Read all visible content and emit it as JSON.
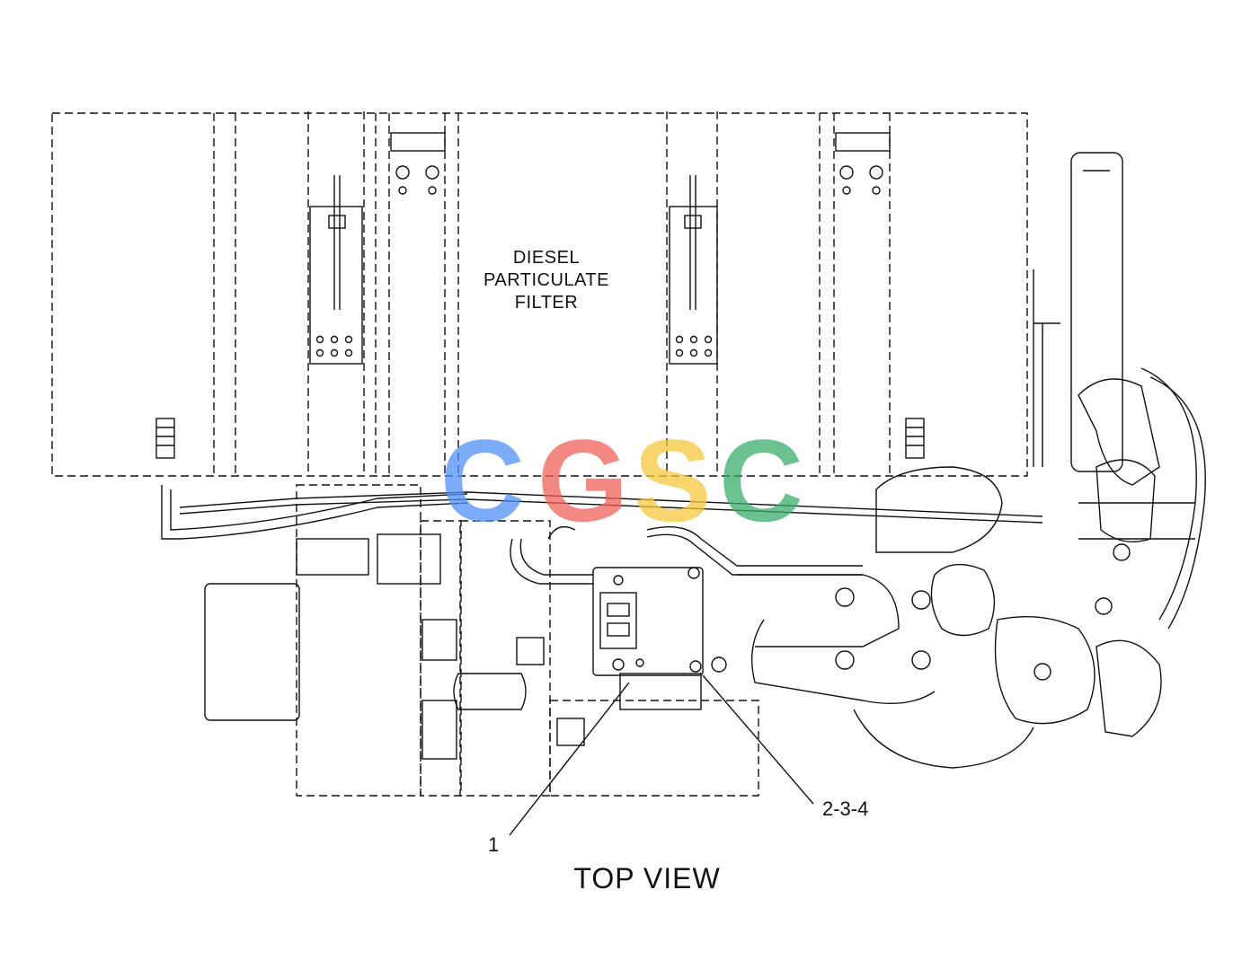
{
  "diagram": {
    "component_label_lines": [
      "DIESEL",
      "PARTICULATE",
      "FILTER"
    ],
    "callouts": [
      "1",
      "2-3-4"
    ],
    "view_title": "TOP VIEW"
  },
  "watermark": {
    "text": "CGSC",
    "colors": [
      "#4f8ff7",
      "#f0605a",
      "#f6c73c",
      "#3aae6a"
    ]
  },
  "colors": {
    "line": "#111111",
    "background": "#ffffff"
  }
}
